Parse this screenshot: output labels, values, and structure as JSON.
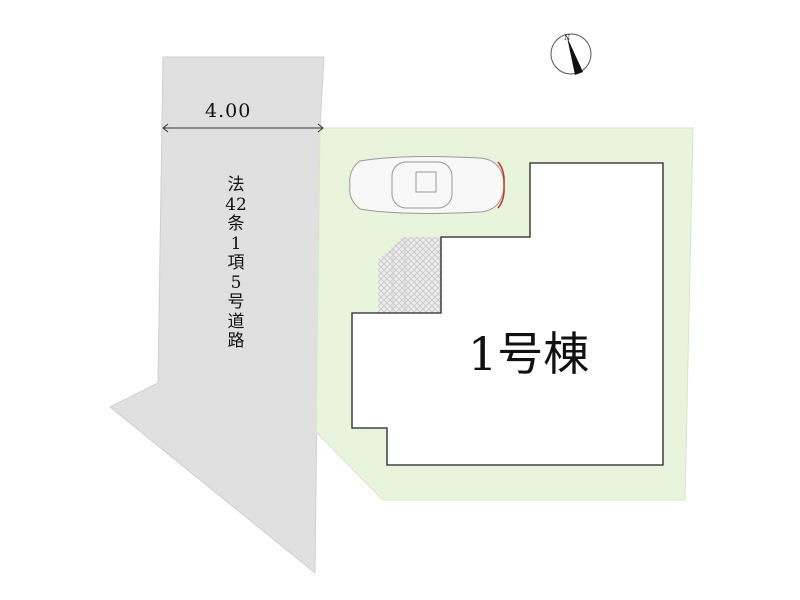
{
  "road": {
    "width_label": "4.00",
    "label": "法42条1項5号道路",
    "color": "#e0e0e0"
  },
  "lot": {
    "color": "#e8f4dc"
  },
  "building": {
    "label": "1号棟"
  },
  "compass": {
    "icon": "north-arrow-icon",
    "letter": "N"
  },
  "parking": {
    "icon": "car-icon"
  }
}
